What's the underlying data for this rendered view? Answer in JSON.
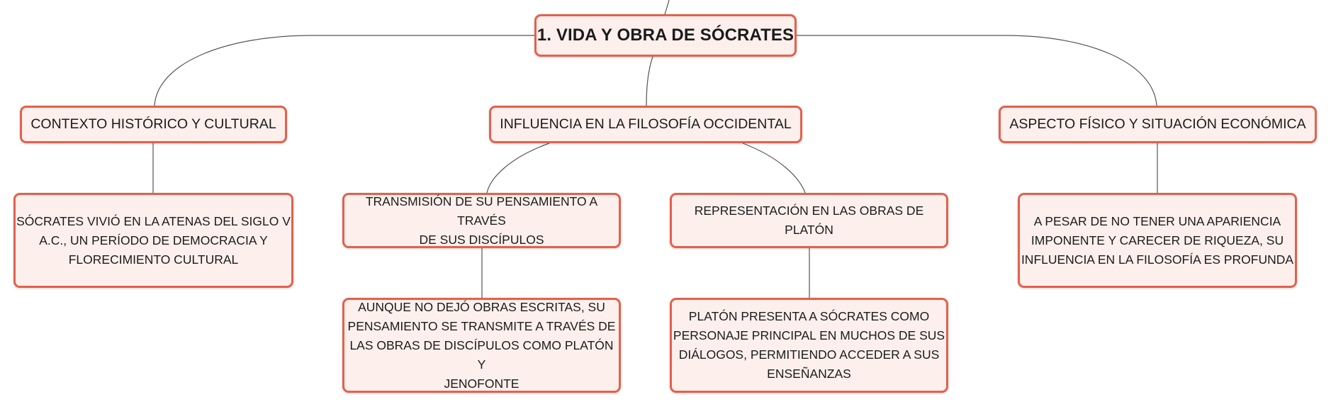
{
  "root": {
    "label": "1. VIDA Y OBRA DE SÓCRATES"
  },
  "branches": [
    {
      "label": "CONTEXTO HISTÓRICO Y CULTURAL",
      "children": [
        {
          "label": "SÓCRATES VIVIÓ EN LA ATENAS DEL SIGLO V\nA.C., UN PERÍODO DE DEMOCRACIA Y\nFLORECIMIENTO CULTURAL"
        }
      ]
    },
    {
      "label": "INFLUENCIA EN LA FILOSOFÍA OCCIDENTAL",
      "children": [
        {
          "label": "TRANSMISIÓN DE SU PENSAMIENTO A TRAVÉS\nDE SUS DISCÍPULOS",
          "children": [
            {
              "label": "AUNQUE NO DEJÓ OBRAS ESCRITAS, SU\nPENSAMIENTO SE TRANSMITE A TRAVÉS DE\nLAS OBRAS DE DISCÍPULOS COMO PLATÓN Y\nJENOFONTE"
            }
          ]
        },
        {
          "label": "REPRESENTACIÓN EN LAS OBRAS DE PLATÓN",
          "children": [
            {
              "label": "PLATÓN PRESENTA A SÓCRATES COMO\nPERSONAJE PRINCIPAL EN MUCHOS DE SUS\nDIÁLOGOS, PERMITIENDO ACCEDER A SUS\nENSEÑANZAS"
            }
          ]
        }
      ]
    },
    {
      "label": "ASPECTO FÍSICO Y SITUACIÓN ECONÓMICA",
      "children": [
        {
          "label": "A PESAR DE NO TENER UNA APARIENCIA\nIMPONENTE Y CARECER DE RIQUEZA, SU\nINFLUENCIA EN LA FILOSOFÍA ES PROFUNDA"
        }
      ]
    }
  ],
  "colors": {
    "node_border": "#e5604c",
    "node_fill": "#fdf0ec",
    "connector": "#555555",
    "text": "#1b1b1b"
  }
}
